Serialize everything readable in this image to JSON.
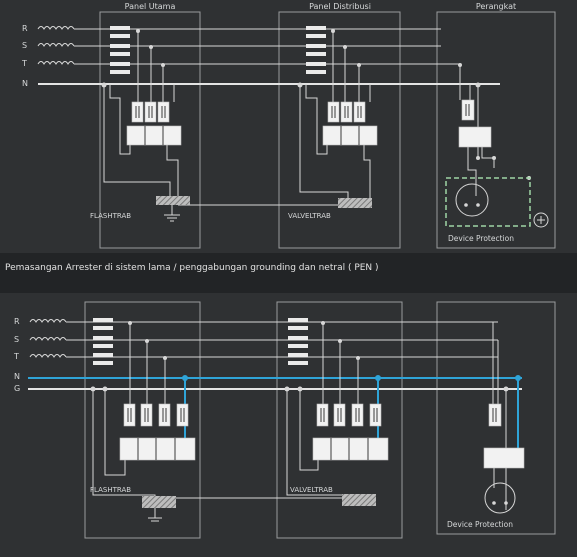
{
  "top": {
    "panels": {
      "main": "Panel Utama",
      "distribution": "Panel Distribusi",
      "device": "Perangkat"
    },
    "lines": [
      "R",
      "S",
      "T",
      "N"
    ],
    "flashtrab": "FLASHTRAB",
    "valveltrab": "VALVELTRAB",
    "device_protection": "Device Protection"
  },
  "caption": "Pemasangan Arrester di sistem lama / penggabungan grounding dan netral  ( PEN )",
  "bottom": {
    "lines": [
      "R",
      "S",
      "T",
      "N",
      "G"
    ],
    "flashtrab": "FLASHTRAB",
    "valveltrab": "VALVELTRAB",
    "device_protection": "Device Protection"
  },
  "colors": {
    "background": "#2f3133",
    "wire": "#d7d7d7",
    "neutral_highlight": "#2fa4d8",
    "ground_dashed": "#9fd6a6"
  }
}
